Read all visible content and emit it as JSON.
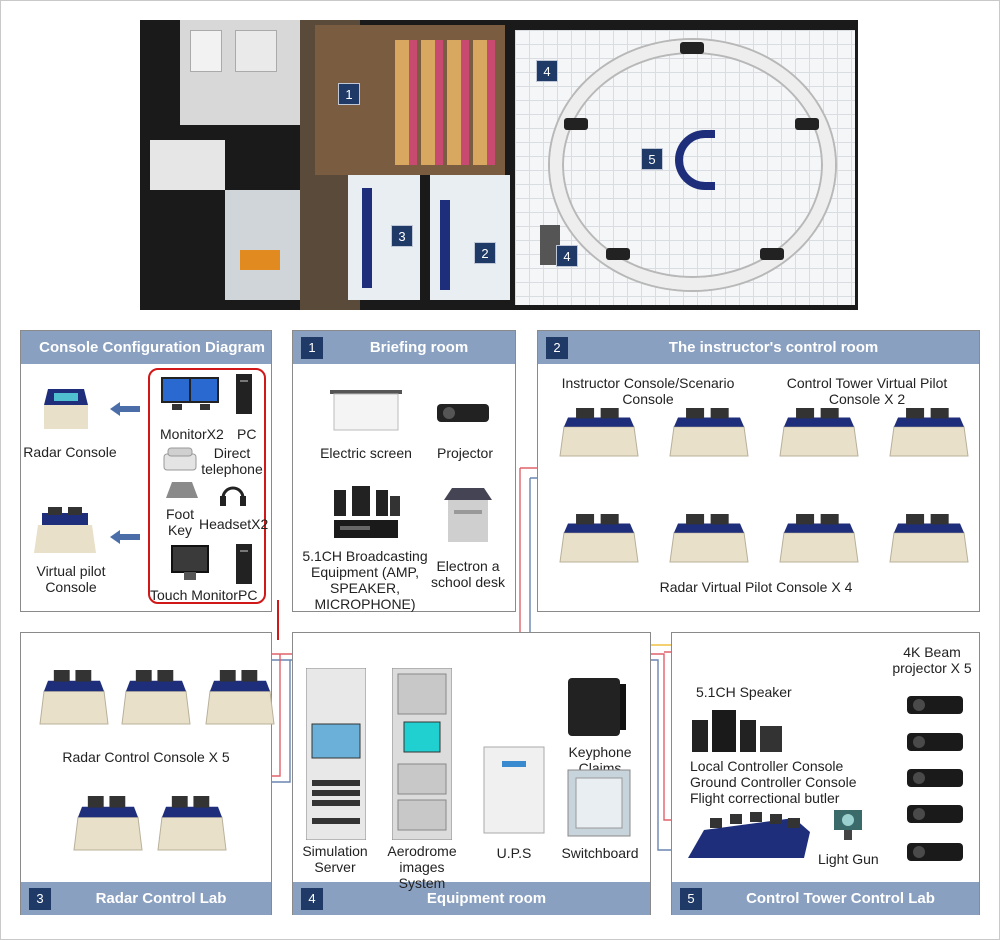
{
  "floorplan": {
    "markers": [
      "1",
      "2",
      "3",
      "4",
      "4",
      "5"
    ]
  },
  "panels": {
    "console": {
      "title": "Console Configuration Diagram",
      "radar_console": "Radar Console",
      "virtual_pilot_console": "Virtual pilot Console",
      "items": {
        "monitor": "MonitorX2",
        "pc1": "PC",
        "telephone": "Direct telephone",
        "foot_key": "Foot Key",
        "headset": "HeadsetX2",
        "touch_monitor": "Touch Monitor",
        "pc2": "PC"
      }
    },
    "briefing": {
      "number": "1",
      "title": "Briefing room",
      "electric_screen": "Electric screen",
      "projector": "Projector",
      "broadcast": "5.1CH Broadcasting Equipment (AMP, SPEAKER, MICROPHONE)",
      "desk": "Electron a school desk"
    },
    "instructor": {
      "number": "2",
      "title": "The instructor's control room",
      "instructor_console": "Instructor Console/Scenario Console",
      "tower_console": "Control Tower Virtual Pilot Console X 2",
      "radar_virtual": "Radar Virtual Pilot Console X 4"
    },
    "radar_lab": {
      "number": "3",
      "title": "Radar Control Lab",
      "radar_control_console": "Radar Control Console X 5"
    },
    "equipment": {
      "number": "4",
      "title": "Equipment room",
      "simulation_server": "Simulation Server",
      "aerodrome": "Aerodrome images System",
      "ups": "U.P.S",
      "switchboard": "Switchboard",
      "keyphone": "Keyphone Claims"
    },
    "tower_lab": {
      "number": "5",
      "title": "Control Tower Control Lab",
      "speaker": "5.1CH Speaker",
      "beam_projector": "4K Beam projector X 5",
      "consoles": "Local Controller Console Ground Controller Console Flight correctional butler",
      "light_gun": "Light Gun"
    }
  },
  "colors": {
    "header": "#8aa0c0",
    "number_badge": "#1f3a66",
    "red_line": "#e0606a",
    "blue_line": "#6a86b0",
    "yellow_line": "#f0c040",
    "highlight_border": "#d01818"
  }
}
